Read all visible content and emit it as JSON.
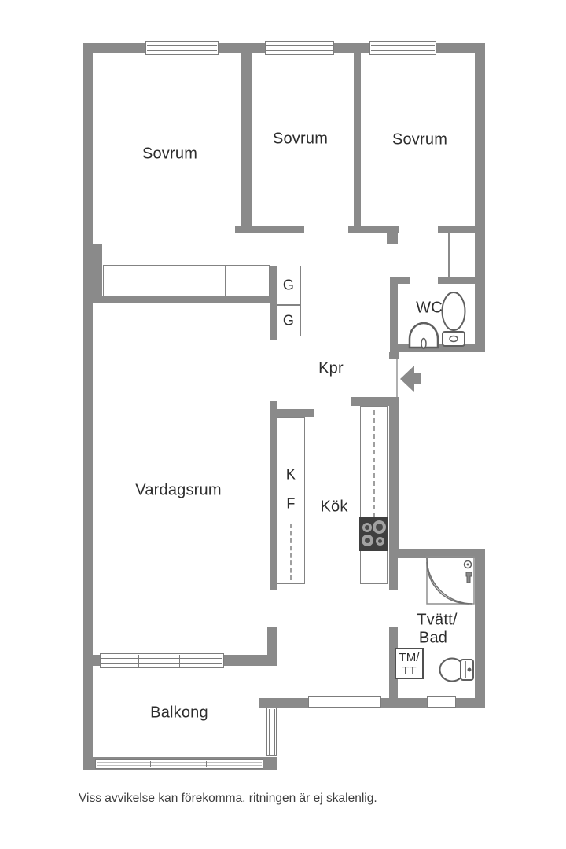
{
  "labels": {
    "bedroom1": "Sovrum",
    "bedroom2": "Sovrum",
    "bedroom3": "Sovrum",
    "wc": "WC",
    "hallway": "Kpr",
    "living_room": "Vardagsrum",
    "kitchen": "Kök",
    "laundry_bath_line1": "Tvätt/",
    "laundry_bath_line2": "Bad",
    "balcony": "Balkong",
    "wardrobe_top": "G",
    "wardrobe_bottom": "G",
    "fridge": "K",
    "freezer": "F",
    "washer_line1": "TM/",
    "washer_line2": "TT"
  },
  "disclaimer": "Viss avvikelse kan förekomma, ritningen är ej skalenlig.",
  "colors": {
    "wall": "#8a8a8a",
    "stove": "#3f3f3f",
    "fixture_outline": "#5f5f5f",
    "text": "#2d2d2d"
  }
}
